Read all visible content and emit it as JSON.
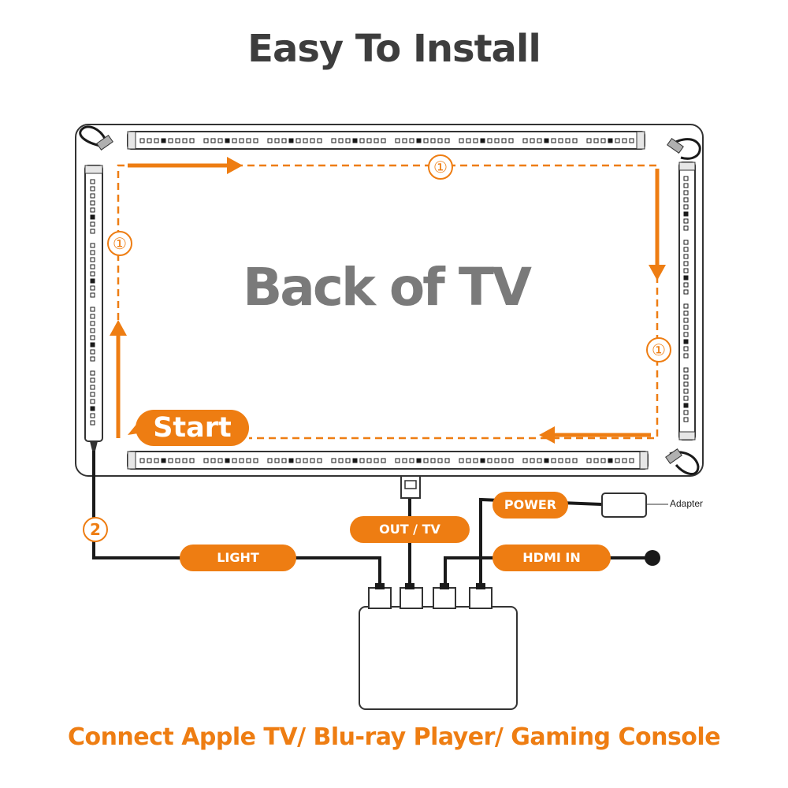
{
  "title": "Easy To Install",
  "tv_label": "Back of TV",
  "start_label": "Start",
  "step_one": "①",
  "step_two": "2",
  "ports": {
    "out_tv": "OUT / TV",
    "power": "POWER",
    "hdmi_in": "HDMI IN",
    "light": "LIGHT"
  },
  "adapter_label": "Adapter",
  "footer": "Connect Apple TV/ Blu-ray Player/ Gaming Console",
  "colors": {
    "accent": "#ee7d12",
    "title": "#3d3d3d",
    "tv_label": "#7a7a7a",
    "line": "#1a1a1a"
  }
}
